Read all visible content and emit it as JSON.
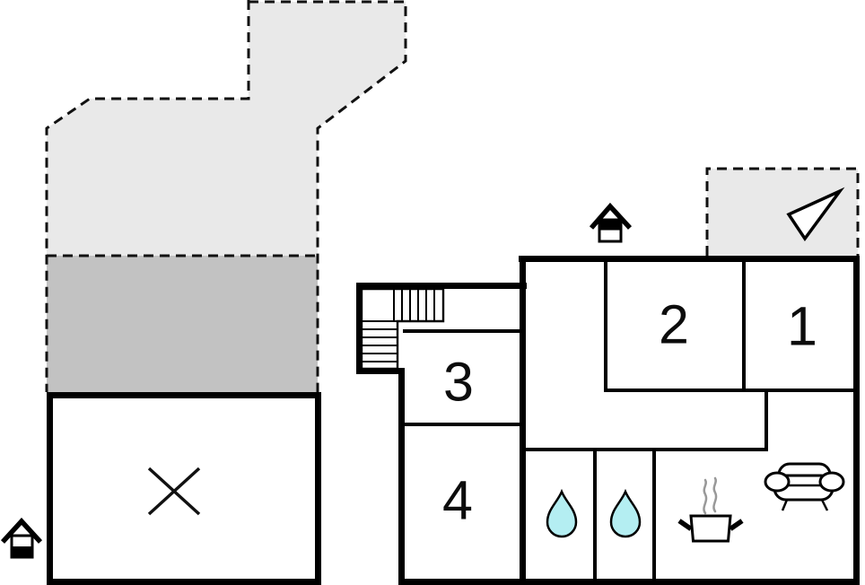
{
  "plan_title": "holiday-home-floor-plan",
  "rooms": [
    {
      "id": "room-1",
      "label": "1"
    },
    {
      "id": "room-2",
      "label": "2"
    },
    {
      "id": "room-3",
      "label": "3"
    },
    {
      "id": "room-4",
      "label": "4"
    }
  ],
  "icons": [
    {
      "name": "house-entrance-icon-top",
      "meaning": "entrance marker"
    },
    {
      "name": "house-entrance-icon-left",
      "meaning": "entrance marker"
    },
    {
      "name": "compass-arrow-icon",
      "meaning": "orientation arrow"
    },
    {
      "name": "staircase-icon",
      "meaning": "stairs"
    },
    {
      "name": "water-drop-icon",
      "meaning": "bathroom / shower"
    },
    {
      "name": "cooking-pot-icon",
      "meaning": "kitchen"
    },
    {
      "name": "sofa-icon",
      "meaning": "living room"
    },
    {
      "name": "x-mark-icon",
      "meaning": "not available area"
    }
  ],
  "colors": {
    "wall": "#000000",
    "site_light": "#e9e9e9",
    "site_dark": "#c2c2c2",
    "water": "#b4eef2",
    "steam": "#999999",
    "white": "#ffffff"
  }
}
